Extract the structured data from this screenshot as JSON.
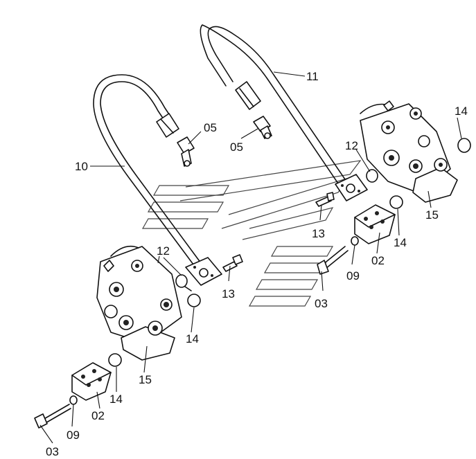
{
  "labels": {
    "l10": "10",
    "l11": "11",
    "l05a": "05",
    "l05b": "05",
    "l12a": "12",
    "l12b": "12",
    "l13a": "13",
    "l13b": "13",
    "l14a": "14",
    "l14b": "14",
    "l14c": "14",
    "l14d": "14",
    "l15a": "15",
    "l15b": "15",
    "l02a": "02",
    "l02b": "02",
    "l09a": "09",
    "l09b": "09",
    "l03a": "03",
    "l03b": "03"
  }
}
